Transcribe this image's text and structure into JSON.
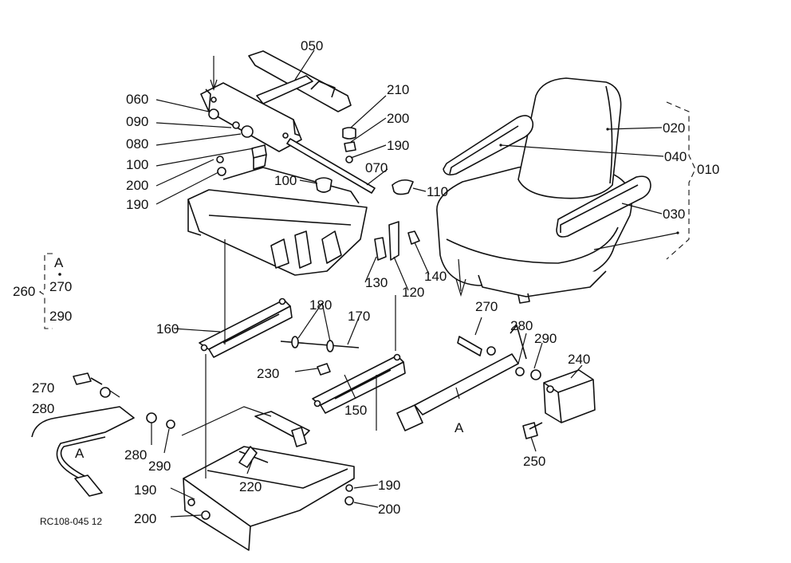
{
  "diagram": {
    "labels": {
      "l050": "050",
      "l060": "060",
      "l090": "090",
      "l080": "080",
      "l100a": "100",
      "l200a": "200",
      "l190a": "190",
      "l100b": "100",
      "l210": "210",
      "l200b": "200",
      "l190b": "190",
      "l070": "070",
      "l110": "110",
      "l020": "020",
      "l040": "040",
      "l010": "010",
      "l030": "030",
      "l130": "130",
      "l120": "120",
      "l140": "140",
      "l260": "260",
      "lA1": "A",
      "l270a": "270",
      "l290a": "290",
      "l160": "160",
      "l180": "180",
      "l170": "170",
      "l230": "230",
      "l150": "150",
      "l270b": "270",
      "l280b": "280",
      "l290b": "290",
      "l240": "240",
      "lA2": "A",
      "l250": "250",
      "l270c": "270",
      "l280c": "280",
      "lA3": "A",
      "l280d": "280",
      "l290d": "290",
      "l220": "220",
      "l190c": "190",
      "l200c": "200",
      "l190d": "190",
      "l200d": "200",
      "code": "RC108-045 12"
    }
  }
}
